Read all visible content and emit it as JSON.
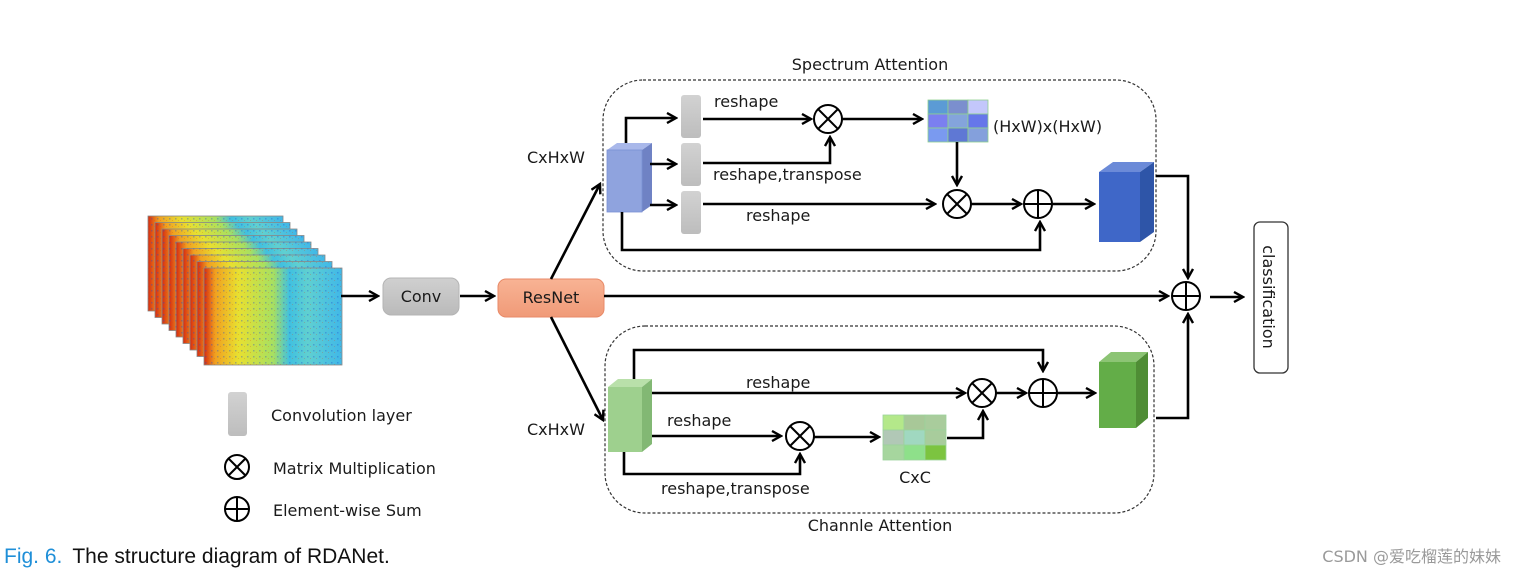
{
  "diagram": {
    "input": {
      "name": "spectrogram-stack",
      "frames": 9
    },
    "conv_box": {
      "label": "Conv",
      "color": "#c8c8c8"
    },
    "resnet_box": {
      "label": "ResNet",
      "color": "#f4a582"
    },
    "spectrum_attention": {
      "title": "Spectrum Attention",
      "input_label": "CxHxW",
      "branch_labels": [
        "reshape",
        "reshape,transpose",
        "reshape"
      ],
      "matrix_label": "(HxW)x(HxW)",
      "matrix_colors": [
        "#5b9bd5",
        "#7b8fce",
        "#c3c7fb",
        "#7b7ff0",
        "#84a4dc",
        "#6677ea",
        "#7a9af0",
        "#5f78d4",
        "#84a0dc"
      ],
      "input_color": "#8fa3de",
      "output_color": "#3f67c8"
    },
    "channel_attention": {
      "title": "Channle Attention",
      "input_label": "CxHxW",
      "branch_labels": [
        "reshape",
        "reshape",
        "reshape,transpose"
      ],
      "matrix_label": "CxC",
      "matrix_colors": [
        "#b4e88a",
        "#a8c898",
        "#a9cc9c",
        "#b1c8b6",
        "#a0d8c0",
        "#a8cc9c",
        "#a6d69e",
        "#8ee08a",
        "#7cc440"
      ],
      "input_color": "#9ed08e",
      "output_color": "#63ad48"
    },
    "output_box": {
      "label": "classification"
    },
    "legend": [
      {
        "icon": "convolution-layer-icon",
        "label": "Convolution layer"
      },
      {
        "icon": "matrix-multiplication-icon",
        "label": "Matrix Multiplication"
      },
      {
        "icon": "element-wise-sum-icon",
        "label": "Element-wise Sum"
      }
    ]
  },
  "caption": {
    "fig_label": "Fig. 6.",
    "text": "The structure diagram of RDANet."
  },
  "watermark": "CSDN @爱吃榴莲的妹妹"
}
